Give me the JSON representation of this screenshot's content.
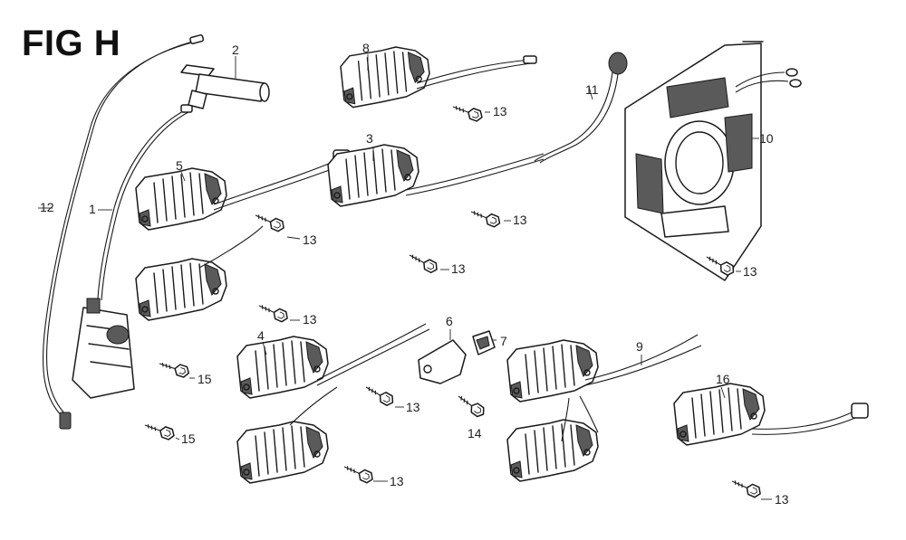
{
  "figure": {
    "title": "FIG H"
  },
  "callouts": {
    "n1": "1",
    "n2": "2",
    "n3": "3",
    "n4": "4",
    "n5": "5",
    "n6": "6",
    "n7": "7",
    "n8": "8",
    "n9": "9",
    "n10": "10",
    "n11": "11",
    "n12": "12",
    "n14": "14",
    "n16": "16",
    "bolt13": "13",
    "bolt15": "15"
  },
  "colors": {
    "line": "#1a1a1a",
    "background": "#ffffff",
    "shade": "#5a5a5a"
  }
}
